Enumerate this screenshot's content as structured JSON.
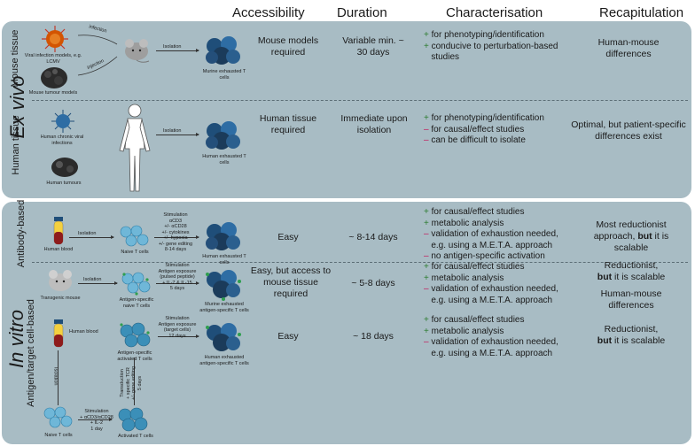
{
  "headers": {
    "accessibility": "Accessibility",
    "duration": "Duration",
    "characterisation": "Characterisation",
    "recapitulation": "Recapitulation"
  },
  "ex_vivo": {
    "label": "Ex vivo",
    "mouse": {
      "label": "Mouse tissue",
      "viral": "Viral infection models, e.g. LCMV",
      "tumour": "Mouse tumour models",
      "infection": "infection",
      "injection": "injection",
      "isolation": "Isolation",
      "result": "Murine exhausted T cells",
      "accessibility": "Mouse models required",
      "duration": "Variable min. ~ 30 days",
      "char": [
        {
          "sign": "+",
          "text": "for phenotyping/identification"
        },
        {
          "sign": "+",
          "text": "conducive to perturbation-based"
        },
        {
          "sign": "",
          "text": "studies"
        }
      ],
      "recap": "Human-mouse differences"
    },
    "human": {
      "label": "Human tissue",
      "viral": "Human chronic viral infections",
      "tumour": "Human tumours",
      "isolation": "Isolation",
      "result": "Human exhausted T cells",
      "accessibility": "Human tissue required",
      "duration": "Immediate upon isolation",
      "char": [
        {
          "sign": "+",
          "text": "for phenotyping/identification"
        },
        {
          "sign": "–",
          "text": "for causal/effect studies"
        },
        {
          "sign": "–",
          "text": "can be difficult to isolate"
        }
      ],
      "recap": "Optimal, but patient-specific differences exist"
    }
  },
  "in_vitro": {
    "label": "In vitro",
    "antibody": {
      "label": "Antibody-based",
      "blood": "Human blood",
      "isolation": "Isolation",
      "naive": "Naive T cells",
      "stim_title": "Stimulation",
      "stim_lines": [
        "αCD3",
        "+/- αCD28",
        "+/- cytokines",
        "+/- hypoxia",
        "+/- gene editing",
        "8-14 days"
      ],
      "result": "Human exhausted T cells",
      "accessibility": "Easy",
      "duration": "~ 8-14 days",
      "char": [
        {
          "sign": "+",
          "text": "for causal/effect studies"
        },
        {
          "sign": "+",
          "text": "metabolic analysis"
        },
        {
          "sign": "–",
          "text": "validation of exhaustion needed,"
        },
        {
          "sign": "",
          "text": "e.g. using a M.E.T.A. approach"
        },
        {
          "sign": "–",
          "text": "no antigen-specific activation"
        }
      ],
      "recap_a": "Most reductionist approach, ",
      "recap_bold": "but",
      "recap_b": " it is scalable"
    },
    "antigen": {
      "label": "Antigen/target cell-based",
      "mouse": "Transgenic mouse",
      "isolation": "Isolation",
      "ag_naive": "Antigen-specific naive T cells",
      "stim1_title": "Stimulation",
      "stim1_lines": [
        "Antigen exposure",
        "(pulsed peptide)",
        "+ IL-7 & IL-15",
        "5 days"
      ],
      "result1": "Murine exhausted antigen-specific T cells",
      "accessibility1": "Easy, but access to mouse tissue required",
      "duration1": "~ 5-8 days",
      "char1": [
        {
          "sign": "+",
          "text": "for causal/effect studies"
        },
        {
          "sign": "+",
          "text": "metabolic analysis"
        },
        {
          "sign": "–",
          "text": "validation of exhaustion needed,"
        },
        {
          "sign": "",
          "text": "e.g. using a M.E.T.A. approach"
        }
      ],
      "recap1_a": "Reductionist,",
      "recap1_bold": "but",
      "recap1_b": " it is scalable",
      "recap1_c": "Human-mouse differences",
      "blood": "Human blood",
      "ag_activated": "Antigen-specific activated T cells",
      "stim2_title": "Stimulation",
      "stim2_lines": [
        "Antigen exposure",
        "(target cells)",
        "12 days"
      ],
      "result2": "Human exhausted antigen-specific T cells",
      "accessibility2": "Easy",
      "duration2": "~ 18 days",
      "char2": [
        {
          "sign": "+",
          "text": "for causal/effect studies"
        },
        {
          "sign": "+",
          "text": "metabolic analysis"
        },
        {
          "sign": "–",
          "text": "validation of exhaustion needed,"
        },
        {
          "sign": "",
          "text": "e.g. using a M.E.T.A. approach"
        }
      ],
      "recap2_a": "Reductionist,",
      "recap2_bold": "but",
      "recap2_b": " it is scalable",
      "iso_vertical": "Isolation",
      "naive2": "Naive T cells",
      "stim3_title": "Stimulation",
      "stim3_lines": [
        "+ αCD3/αCD28",
        "+ IL-2",
        "1 day"
      ],
      "activated": "Activated T cells",
      "transduction": [
        "Transduction",
        "+ specific TCR",
        "+/- gene editing",
        "5 days"
      ]
    }
  },
  "colors": {
    "panel": "#a8bcc4",
    "plus": "#2e7d32",
    "minus": "#c2185b"
  }
}
